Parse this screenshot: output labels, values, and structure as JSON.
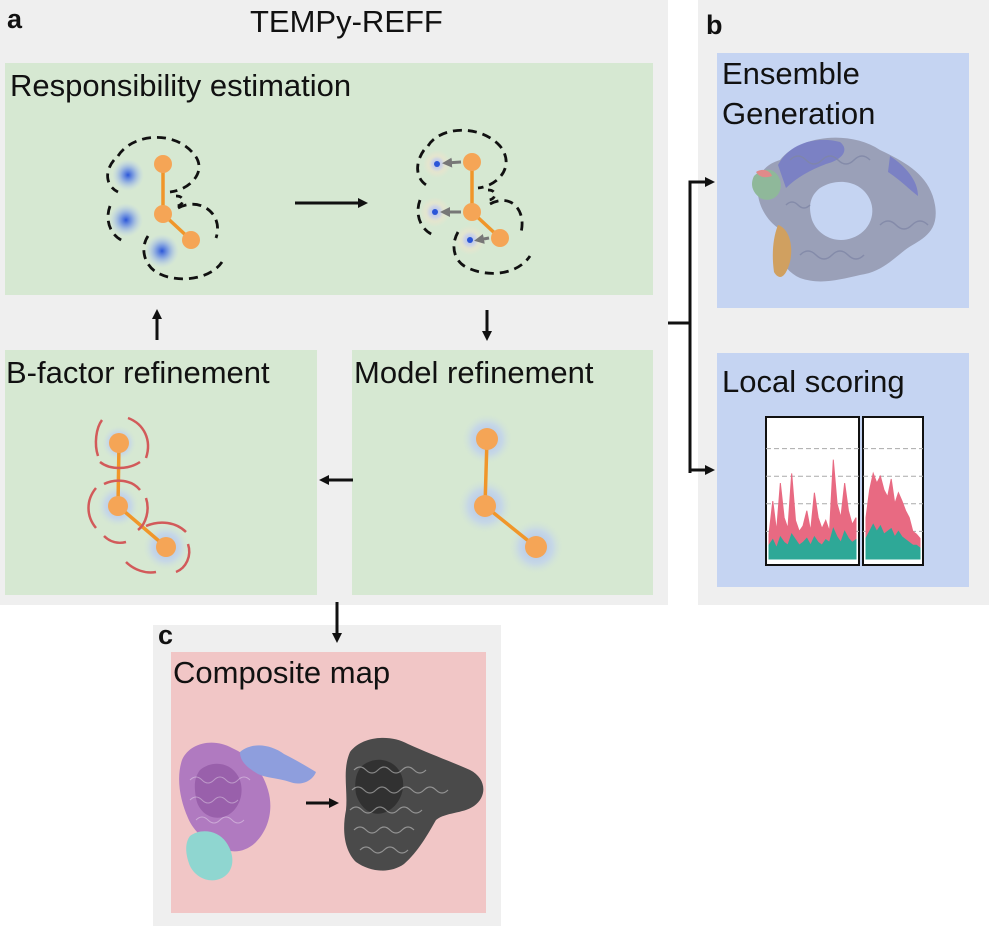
{
  "panel_a": {
    "letter": "a",
    "title": "TEMPy-REFF",
    "responsibility": {
      "label": "Responsibility estimation"
    },
    "bfactor": {
      "label": "B-factor refinement"
    },
    "model": {
      "label": "Model refinement"
    }
  },
  "panel_b": {
    "letter": "b",
    "ensemble": {
      "label_line1": "Ensemble",
      "label_line2": "Generation"
    },
    "local": {
      "label": "Local scoring",
      "chart_data": {
        "type": "area",
        "title": "",
        "xlabel": "",
        "ylabel": "",
        "grid": true,
        "ylim": [
          0,
          1
        ],
        "subplots": [
          {
            "x": [
              0,
              1,
              2,
              3,
              4,
              5,
              6,
              7,
              8,
              9,
              10,
              11,
              12,
              13,
              14,
              15,
              16,
              17,
              18,
              19,
              20,
              21,
              22,
              23
            ],
            "series": [
              {
                "values": [
                  0.18,
                  0.42,
                  0.2,
                  0.55,
                  0.3,
                  0.22,
                  0.62,
                  0.28,
                  0.2,
                  0.24,
                  0.35,
                  0.2,
                  0.48,
                  0.3,
                  0.22,
                  0.28,
                  0.2,
                  0.72,
                  0.4,
                  0.3,
                  0.55,
                  0.35,
                  0.25,
                  0.3
                ]
              },
              {
                "values": [
                  0.1,
                  0.14,
                  0.08,
                  0.16,
                  0.12,
                  0.1,
                  0.18,
                  0.14,
                  0.1,
                  0.12,
                  0.15,
                  0.1,
                  0.16,
                  0.12,
                  0.1,
                  0.14,
                  0.12,
                  0.22,
                  0.16,
                  0.12,
                  0.2,
                  0.15,
                  0.12,
                  0.14
                ]
              }
            ]
          },
          {
            "x": [
              0,
              1,
              2,
              3,
              4,
              5,
              6,
              7,
              8,
              9,
              10,
              11,
              12,
              13,
              14,
              15
            ],
            "series": [
              {
                "values": [
                  0.3,
                  0.5,
                  0.62,
                  0.55,
                  0.6,
                  0.5,
                  0.45,
                  0.58,
                  0.4,
                  0.48,
                  0.42,
                  0.35,
                  0.3,
                  0.2,
                  0.18,
                  0.15
                ]
              },
              {
                "values": [
                  0.15,
                  0.2,
                  0.25,
                  0.2,
                  0.24,
                  0.18,
                  0.2,
                  0.22,
                  0.16,
                  0.2,
                  0.16,
                  0.14,
                  0.12,
                  0.1,
                  0.1,
                  0.08
                ]
              }
            ]
          }
        ]
      }
    }
  },
  "panel_c": {
    "letter": "c",
    "composite": {
      "label": "Composite map"
    }
  },
  "colors": {
    "panel_bg": "#efefef",
    "green_box": "#d6e8d2",
    "blue_box": "#c5d4f2",
    "pink_box": "#f1c6c6",
    "atom": "#f5a556",
    "bond": "#f0962a",
    "density_blue": "#3c64dc",
    "envelope_red": "#d25a5a",
    "score_red": "#e86a82",
    "score_green": "#2ea897",
    "arrow": "#111111",
    "shift_arrow": "#777777"
  }
}
